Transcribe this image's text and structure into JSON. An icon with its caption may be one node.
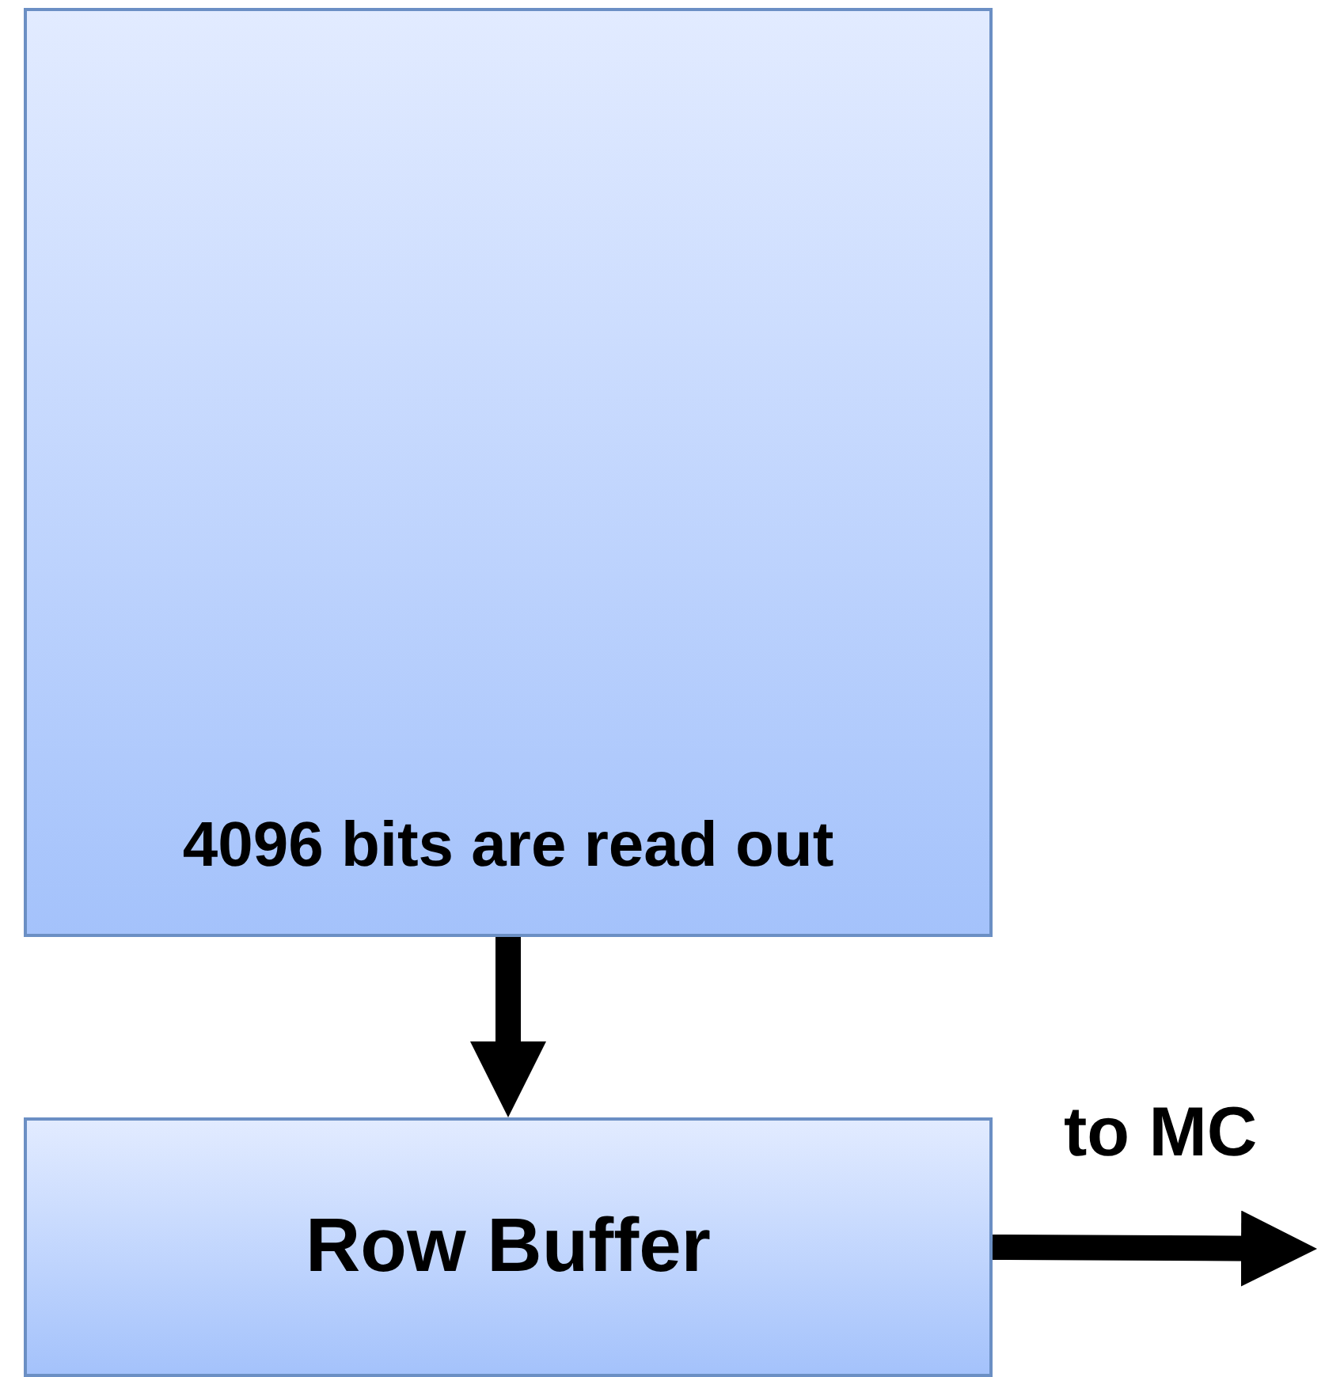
{
  "diagram": {
    "nodes": [
      {
        "text": [
          "4096 bits are read out"
        ]
      },
      {
        "text": [
          "Row Buffer"
        ]
      }
    ],
    "edges": [
      {
        "from": 0,
        "to": 1,
        "arrow": "to"
      },
      {
        "from": 1,
        "to": null,
        "arrow": "to",
        "label": "to MC"
      }
    ]
  }
}
